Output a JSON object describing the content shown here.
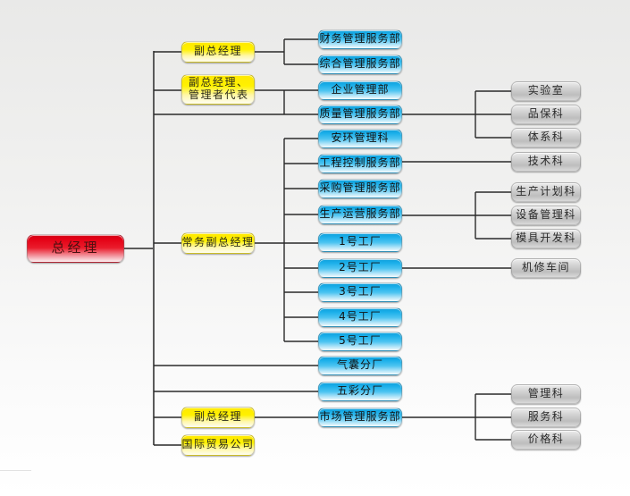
{
  "org_chart": {
    "root": {
      "label": "总经理",
      "children": [
        {
          "label": "副总经理",
          "children": [
            {
              "label": "财务管理服务部"
            },
            {
              "label": "综合管理服务部"
            }
          ]
        },
        {
          "label": "副总经理、管理者代表",
          "label_lines": [
            "副总经理、",
            "管理者代表"
          ],
          "children": [
            {
              "label": "企业管理部"
            },
            {
              "label": "质量管理服务部",
              "also_linked_to_root": true,
              "children": [
                {
                  "label": "实验室"
                },
                {
                  "label": "品保科"
                },
                {
                  "label": "体系科"
                }
              ]
            }
          ]
        },
        {
          "label": "常务副总经理",
          "children": [
            {
              "label": "安环管理科"
            },
            {
              "label": "工程控制服务部",
              "children": [
                {
                  "label": "技术科"
                }
              ]
            },
            {
              "label": "采购管理服务部"
            },
            {
              "label": "生产运营服务部",
              "children": [
                {
                  "label": "生产计划科"
                },
                {
                  "label": "设备管理科"
                },
                {
                  "label": "模具开发科"
                }
              ]
            },
            {
              "label": "1号工厂"
            },
            {
              "label": "2号工厂",
              "children": [
                {
                  "label": "机修车间"
                }
              ]
            },
            {
              "label": "3号工厂"
            },
            {
              "label": "4号工厂"
            },
            {
              "label": "5号工厂"
            }
          ]
        },
        {
          "label": "气囊分厂"
        },
        {
          "label": "五彩分厂"
        },
        {
          "label": "副总经理",
          "children": [
            {
              "label": "市场管理服务部",
              "children": [
                {
                  "label": "管理科"
                },
                {
                  "label": "服务科"
                },
                {
                  "label": "价格科"
                }
              ]
            }
          ]
        },
        {
          "label": "国际贸易公司"
        }
      ]
    }
  },
  "tier_colors": {
    "general_manager": "#e60012",
    "deputy_level": "#fff100",
    "department_level": "#1db1e9",
    "section_level": "#c4c4c4",
    "connector": "#2a2a2a"
  }
}
